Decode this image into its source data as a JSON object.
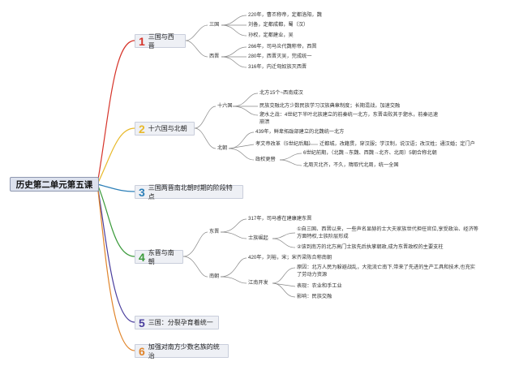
{
  "root": "历史第二单元第五课",
  "branches": [
    {
      "num": "1",
      "label": "三国与西晋",
      "color": "#d6342a"
    },
    {
      "num": "2",
      "label": "十六国与北朝",
      "color": "#e8b92a"
    },
    {
      "num": "3",
      "label": "三国两晋南北朝时期的阶段特点",
      "color": "#2c7fb8"
    },
    {
      "num": "4",
      "label": "东晋与南朝",
      "color": "#3a9a3a"
    },
    {
      "num": "5",
      "label": "三国：分裂孕育着统一",
      "color": "#4b3f9e"
    },
    {
      "num": "6",
      "label": "加强对南方少数名族的统治",
      "color": "#e0842a"
    }
  ],
  "b1": {
    "sanguo": "三国",
    "sanguo_items": [
      "220年，曹丕称帝，定都洛阳，魏",
      "刘备，定都成都，蜀（汉）",
      "孙权，定都建业，吴"
    ],
    "xijin": "西晋",
    "xijin_items": [
      "266年，司马炎代魏称帝，西晋",
      "280年，西晋灭吴，完成统一",
      "316年，内迁匈奴族灭西晋"
    ]
  },
  "b2": {
    "sll": "十六国",
    "sll_items": [
      "北方15个~西南成汉",
      "民族交融北方少数民族学习汉族典章制度；长期混战，加速交融",
      "淝水之战：4世纪下半叶北族建立的前秦统一北方，东晋击败其于淝水，前秦迅速",
      "崩溃"
    ],
    "beichao": "北朝",
    "bc_item1": "439年，鲜卑拓跋部建立的北魏统一北方",
    "bc_reform": "孝文帝改革（5世纪后期）",
    "bc_reform_detail": "迁都城，改籍贯，穿汉服；学汉制，说汉语；改汉姓；通汉婚；定门户",
    "bc_zq": "政权更替",
    "bc_zq_items": [
      "6世纪前期，（北魏→东魏、西魏→北齐、北周）5朝合称北朝",
      "北周灭北齐，不久，隋取代北周，统一全国"
    ]
  },
  "b4": {
    "dongjin": "东晋",
    "dj_item1": "317年，司马睿在建康建东晋",
    "dj_sz": "士族崛起",
    "dj_sz_items": [
      "①自三国、西晋以来，一些声名显赫的士大夫家族世代担任官位,享受政治、经济等",
      "方面特权,士族阶层形成",
      "②该到南方的北方高门士族先后执掌朝政,成为东晋政权的主要支柱"
    ],
    "nanchao": "南朝",
    "nc_item1": "420年，刘裕，宋；宋齐梁陈合称南朝",
    "nc_jn": "江南开发",
    "nc_jn_items": [
      "原因：北方人民为躲避战乱，大批流亡南下,带来了先进的生产工具和技术,也充实",
      "了劳动力资源",
      "表现：农业和手工业",
      "影响：民族交融"
    ]
  }
}
